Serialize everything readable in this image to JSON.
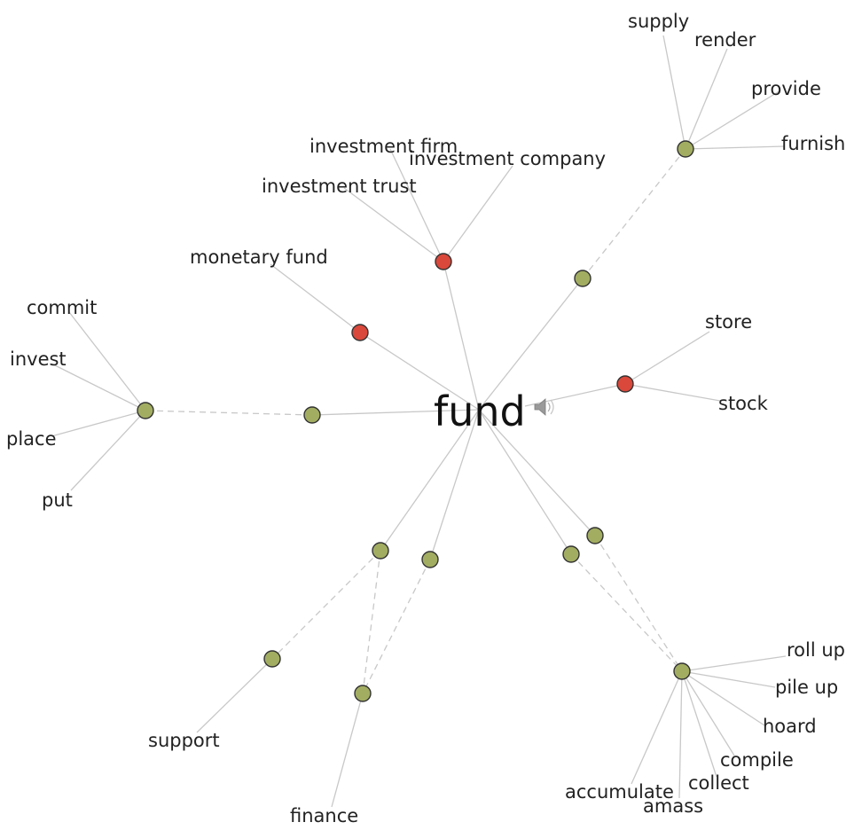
{
  "center_word": "fund",
  "speaker_icon": "speaker-icon",
  "colors": {
    "synset_node": "#a3ad62",
    "noun_node": "#d9483b",
    "edge": "#c8c8c8"
  },
  "labels": {
    "supply": "supply",
    "render": "render",
    "provide": "provide",
    "furnish": "furnish",
    "investment_firm": "investment firm",
    "investment_company": "investment company",
    "investment_trust": "investment trust",
    "monetary_fund": "monetary fund",
    "commit": "commit",
    "invest": "invest",
    "place": "place",
    "put": "put",
    "store": "store",
    "stock": "stock",
    "support": "support",
    "finance": "finance",
    "roll_up": "roll up",
    "pile_up": "pile up",
    "hoard": "hoard",
    "compile": "compile",
    "collect": "collect",
    "accumulate": "accumulate",
    "amass": "amass"
  }
}
